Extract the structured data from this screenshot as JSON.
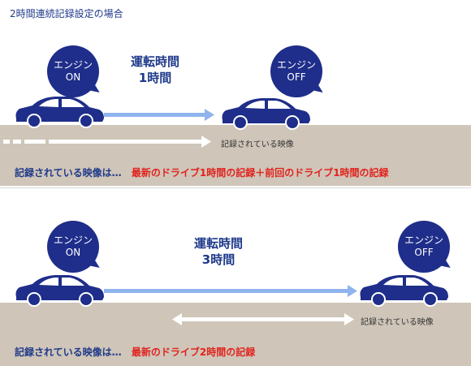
{
  "title": "2時間連続記録設定の場合",
  "scenario1": {
    "engine_on": [
      "エンジン",
      "ON"
    ],
    "engine_off": [
      "エンジン",
      "OFF"
    ],
    "drive_label": [
      "運転時間",
      "1時間"
    ],
    "recorded_label": "記録されている映像",
    "caption_prefix": "記録されている映像は…",
    "caption_result": "最新のドライブ1時間の記録＋前回のドライブ1時間の記録"
  },
  "scenario2": {
    "engine_on": [
      "エンジン",
      "ON"
    ],
    "engine_off": [
      "エンジン",
      "OFF"
    ],
    "drive_label": [
      "運転時間",
      "3時間"
    ],
    "recorded_label": "記録されている映像",
    "caption_prefix": "記録されている映像は…",
    "caption_result": "最新のドライブ2時間の記録"
  },
  "colors": {
    "navy": "#1f2e8a",
    "text_blue": "#1f3a8a",
    "arrow_blue": "#8fb4ee",
    "road": "#cfc5b8",
    "red": "#e0231e"
  },
  "icons": [
    "car-icon",
    "speech-bubble-icon",
    "arrow-right-icon",
    "double-arrow-icon"
  ]
}
